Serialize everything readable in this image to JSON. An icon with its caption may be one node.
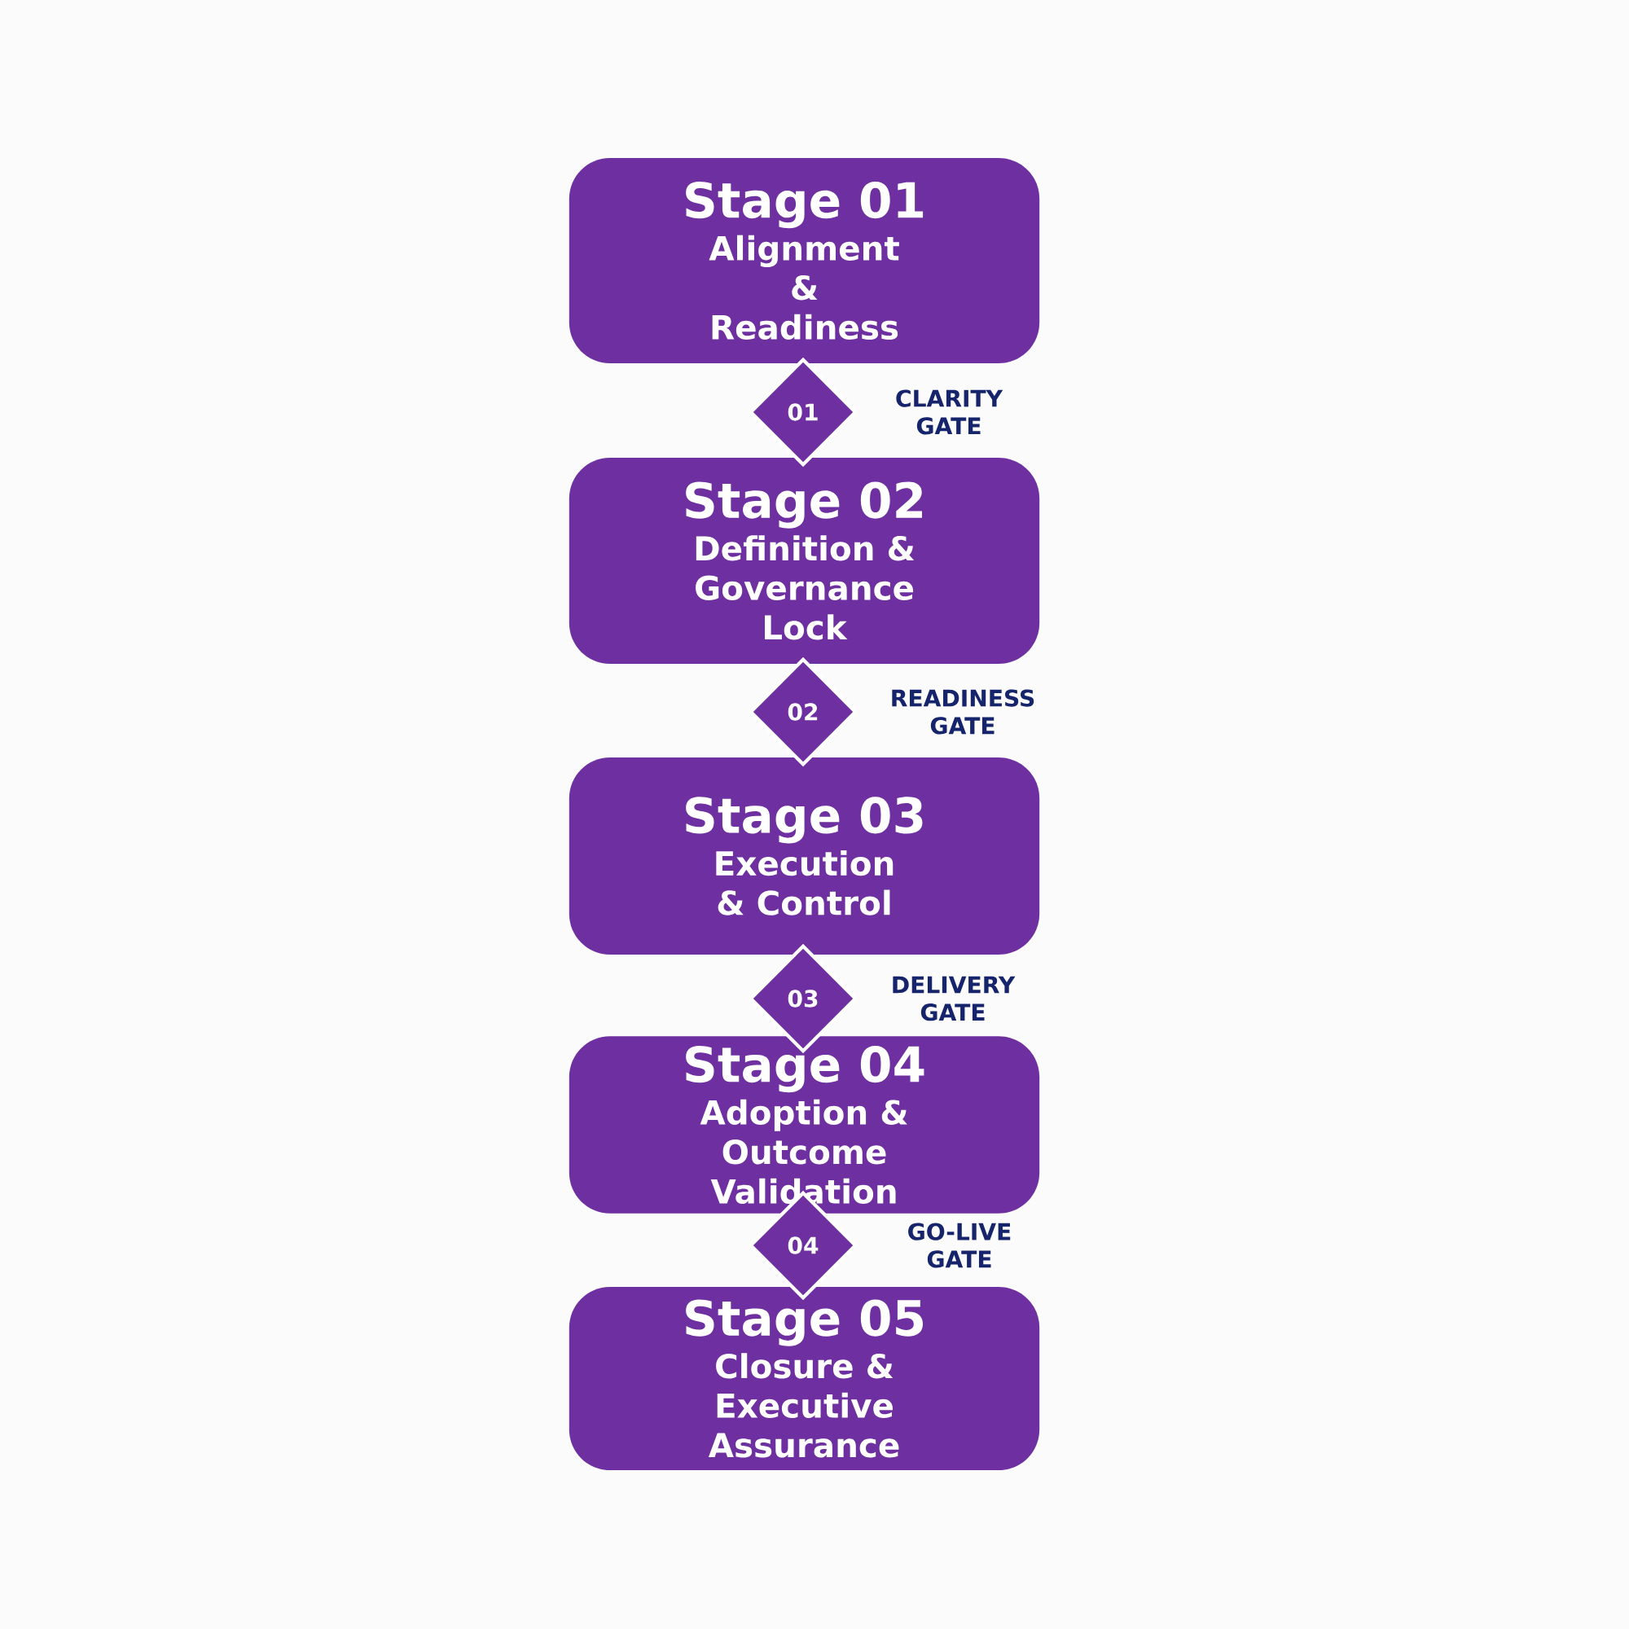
{
  "diagram": {
    "nodes": [
      {
        "text": [
          "Stage 01",
          "Alignment & Readiness"
        ]
      },
      {
        "text": [
          "01"
        ]
      },
      {
        "text": [
          "Stage 02",
          "Definition & Governance Lock"
        ]
      },
      {
        "text": [
          "02"
        ]
      },
      {
        "text": [
          "Stage 03",
          "Execution & Control"
        ]
      },
      {
        "text": [
          "03"
        ]
      },
      {
        "text": [
          "Stage 04",
          "Adoption & Outcome Validation"
        ]
      },
      {
        "text": [
          "04"
        ]
      },
      {
        "text": [
          "Stage 05",
          "Closure & Executive Assurance"
        ]
      }
    ],
    "labels": [
      "CLARITY GATE",
      "READINESS GATE",
      "DELIVERY GATE",
      "GO-LIVE GATE"
    ]
  }
}
